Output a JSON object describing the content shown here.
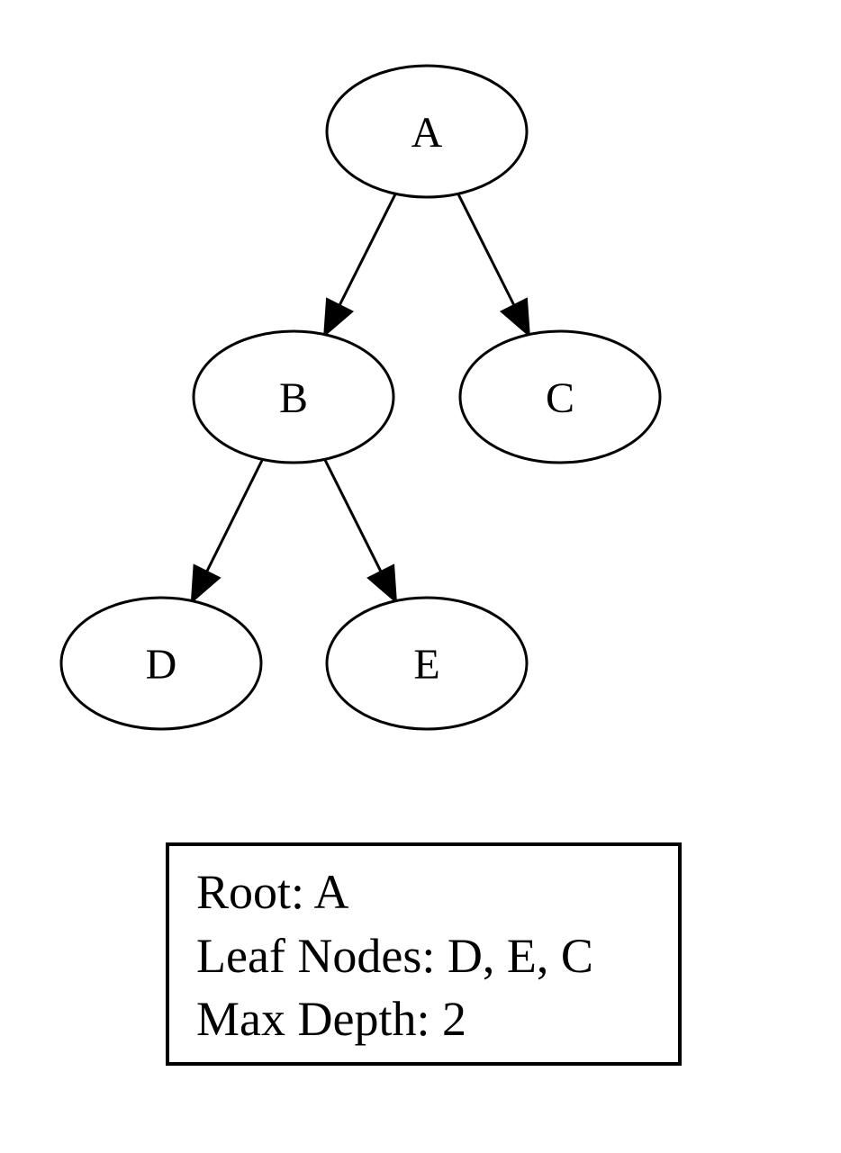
{
  "nodes": [
    {
      "id": "A",
      "label": "A"
    },
    {
      "id": "B",
      "label": "B"
    },
    {
      "id": "C",
      "label": "C"
    },
    {
      "id": "D",
      "label": "D"
    },
    {
      "id": "E",
      "label": "E"
    }
  ],
  "edges": [
    {
      "from": "A",
      "to": "B"
    },
    {
      "from": "A",
      "to": "C"
    },
    {
      "from": "B",
      "to": "D"
    },
    {
      "from": "B",
      "to": "E"
    }
  ],
  "info": {
    "root_line": "Root: A",
    "leaf_line": "Leaf Nodes: D, E, C",
    "depth_line": "Max Depth: 2"
  },
  "colors": {
    "stroke": "#000000",
    "background": "#ffffff"
  }
}
